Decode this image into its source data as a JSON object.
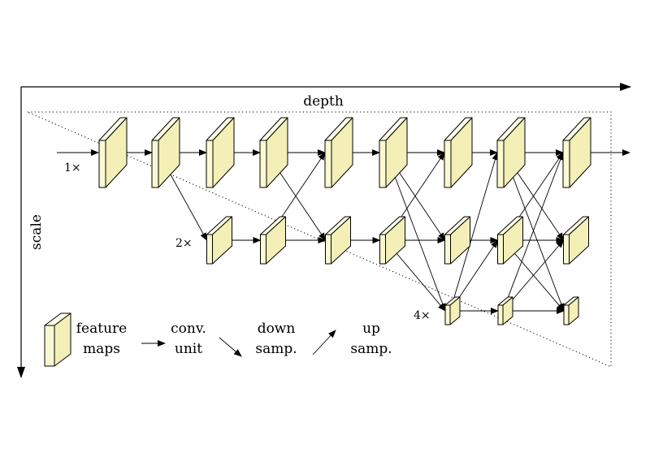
{
  "axes": {
    "depth_label": "depth",
    "scale_label": "scale"
  },
  "scales": {
    "s1": "1×",
    "s2": "2×",
    "s4": "4×"
  },
  "legend": {
    "feature_maps": [
      "feature",
      "maps"
    ],
    "conv_unit": [
      "conv.",
      "unit"
    ],
    "down_samp": [
      "down",
      "samp."
    ],
    "up_samp": [
      "up",
      "samp."
    ]
  },
  "colors": {
    "feature_map_fill": "#fbf9d3",
    "feature_map_side": "#f3efb6",
    "line": "#000000"
  }
}
